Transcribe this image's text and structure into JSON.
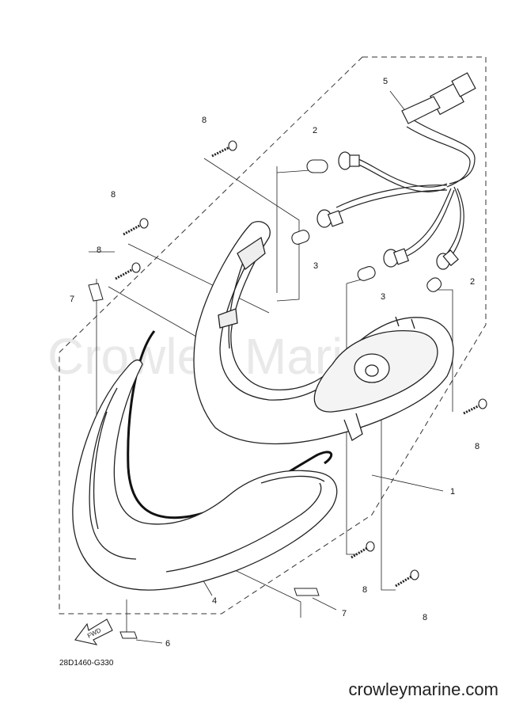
{
  "watermark": "Crowley Marine",
  "drawing_code": "28D1460-G330",
  "site": "crowleymarine.com",
  "fwd_label": "FWD",
  "callouts": {
    "c1": "1",
    "c2a": "2",
    "c2b": "2",
    "c3a": "3",
    "c3b": "3",
    "c4": "4",
    "c5": "5",
    "c6": "6",
    "c7a": "7",
    "c7b": "7",
    "c8a": "8",
    "c8b": "8",
    "c8c": "8",
    "c8d": "8",
    "c8e": "8",
    "c8f": "8"
  }
}
